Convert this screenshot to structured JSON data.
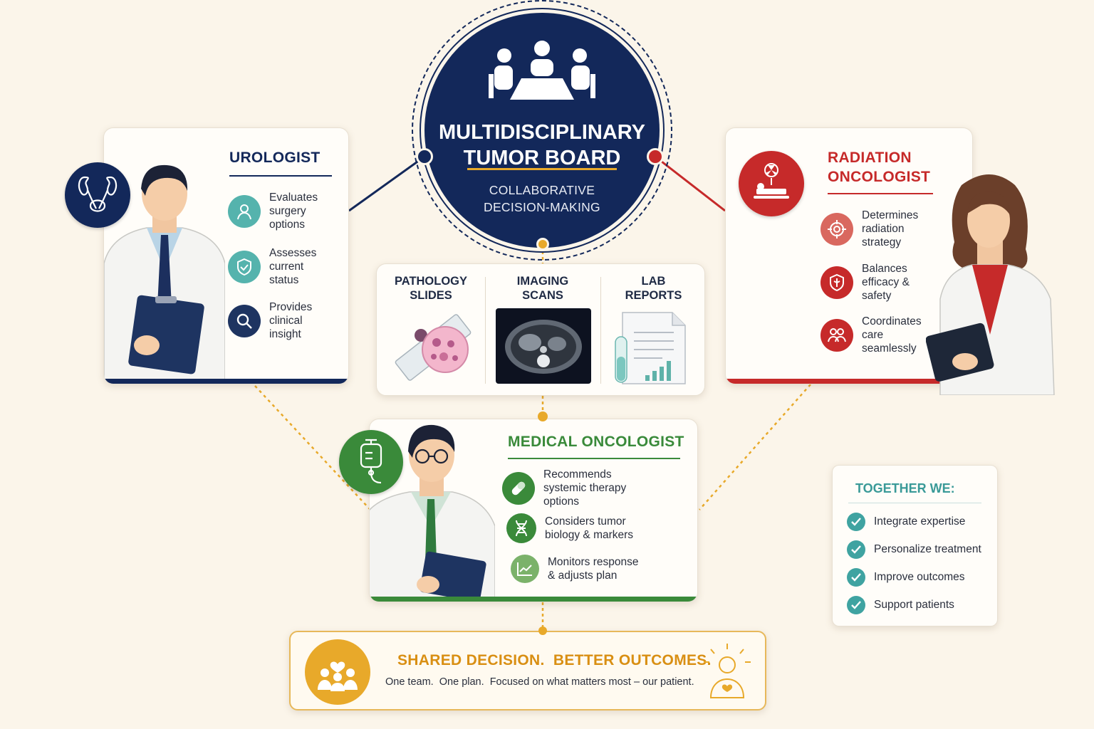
{
  "board": {
    "title": "MULTIDISCIPLINARY\nTUMOR BOARD",
    "subtitle": "COLLABORATIVE\nDECISION-MAKING",
    "icon": "team-meeting-icon"
  },
  "urologist": {
    "title": "UROLOGIST",
    "color": "#13285a",
    "badge_icon": "kidney-bladder-icon",
    "items": [
      {
        "text": "Evaluates\nsurgery\noptions",
        "icon": "person-icon",
        "color": "#55b3ad"
      },
      {
        "text": "Assesses\ncurrent\nstatus",
        "icon": "shield-check-icon",
        "color": "#55b3ad"
      },
      {
        "text": "Provides\nclinical\ninsight",
        "icon": "magnifier-icon",
        "color": "#1e3461"
      }
    ]
  },
  "radiation": {
    "title": "RADIATION\nONCOLOGIST",
    "color": "#c62a2a",
    "badge_icon": "radiation-bed-icon",
    "items": [
      {
        "text": "Determines\nradiation\nstrategy",
        "icon": "target-icon",
        "color": "#d9685f"
      },
      {
        "text": "Balances\nefficacy &\nsafety",
        "icon": "shield-balance-icon",
        "color": "#c62a2a"
      },
      {
        "text": "Coordinates\ncare\nseamlessly",
        "icon": "people-icon",
        "color": "#c62a2a"
      }
    ]
  },
  "medical": {
    "title": "MEDICAL ONCOLOGIST",
    "color": "#3a8a3a",
    "badge_icon": "iv-bag-icon",
    "items": [
      {
        "text": "Recommends\nsystemic therapy\noptions",
        "icon": "pill-icon",
        "color": "#3a8a3a"
      },
      {
        "text": "Considers tumor\nbiology & markers",
        "icon": "dna-icon",
        "color": "#3a8a3a"
      },
      {
        "text": "Monitors response\n& adjusts plan",
        "icon": "trend-chart-icon",
        "color": "#7bb26a"
      }
    ]
  },
  "data_sources": [
    {
      "label": "PATHOLOGY\nSLIDES",
      "icon": "pathology-slide-icon"
    },
    {
      "label": "IMAGING\nSCANS",
      "icon": "ct-scan-icon"
    },
    {
      "label": "LAB\nREPORTS",
      "icon": "lab-report-icon"
    }
  ],
  "together": {
    "title": "TOGETHER WE:",
    "items": [
      "Integrate expertise",
      "Personalize treatment",
      "Improve outcomes",
      "Support patients"
    ]
  },
  "banner": {
    "title": "SHARED DECISION.  BETTER OUTCOMES.",
    "subtitle": "One team.  One plan.  Focused on what matters most – our patient.",
    "icon": "family-heart-icon",
    "patient_icon": "patient-heart-icon",
    "color": "#e8a92a"
  }
}
